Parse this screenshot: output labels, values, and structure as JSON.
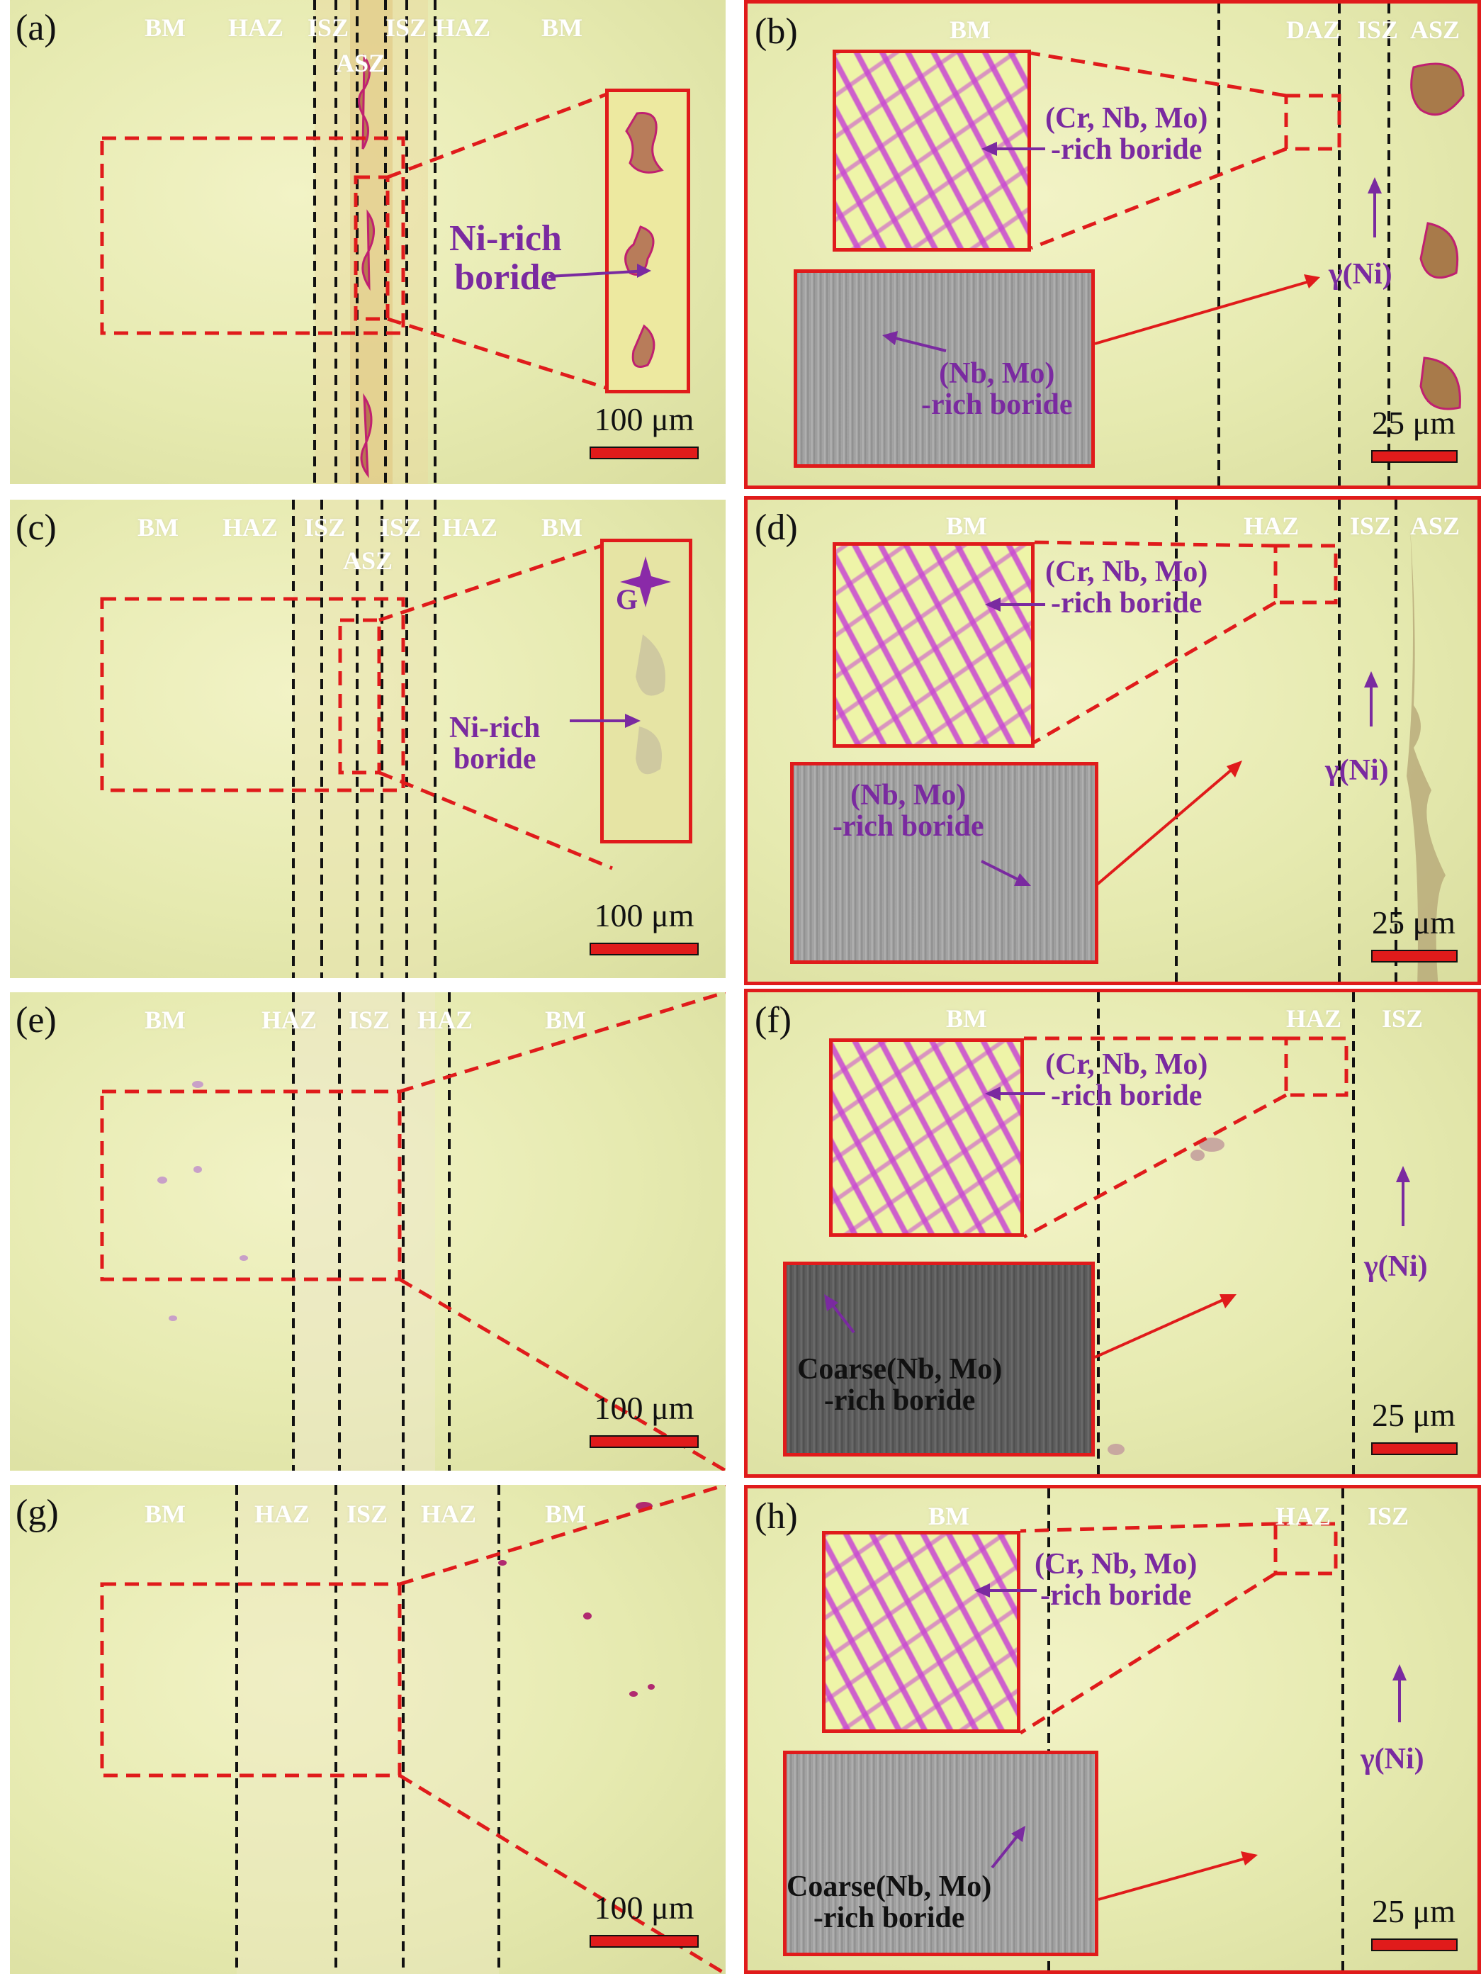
{
  "panels": {
    "a": {
      "label": "(a)",
      "zones": [
        "BM",
        "HAZ",
        "ISZ",
        "ISZ",
        "HAZ",
        "BM"
      ],
      "zone_mid": "ASZ",
      "annotation": "Ni-rich\nboride",
      "scale": "100 μm"
    },
    "b": {
      "label": "(b)",
      "zones": [
        "BM",
        "DAZ",
        "ISZ",
        "ASZ"
      ],
      "ann1": "(Cr, Nb, Mo)\n-rich boride",
      "ann2": "(Nb, Mo)\n-rich boride",
      "ann3": "γ(Ni)",
      "scale": "25 μm"
    },
    "c": {
      "label": "(c)",
      "zones": [
        "BM",
        "HAZ",
        "ISZ",
        "ISZ",
        "HAZ",
        "BM"
      ],
      "zone_mid": "ASZ",
      "annotation": "Ni-rich\nboride",
      "marker": "G",
      "scale": "100 μm"
    },
    "d": {
      "label": "(d)",
      "zones": [
        "BM",
        "HAZ",
        "ISZ",
        "ASZ"
      ],
      "ann1": "(Cr, Nb, Mo)\n-rich boride",
      "ann2": "(Nb, Mo)\n-rich boride",
      "ann3": "γ(Ni)",
      "scale": "25 μm"
    },
    "e": {
      "label": "(e)",
      "zones": [
        "BM",
        "HAZ",
        "ISZ",
        "HAZ",
        "BM"
      ],
      "scale": "100 μm"
    },
    "f": {
      "label": "(f)",
      "zones": [
        "BM",
        "HAZ",
        "ISZ"
      ],
      "ann1": "(Cr, Nb, Mo)\n-rich boride",
      "ann2": "Coarse(Nb, Mo)\n-rich boride",
      "ann3": "γ(Ni)",
      "scale": "25 μm"
    },
    "g": {
      "label": "(g)",
      "zones": [
        "BM",
        "HAZ",
        "ISZ",
        "HAZ",
        "BM"
      ],
      "scale": "100 μm"
    },
    "h": {
      "label": "(h)",
      "zones": [
        "BM",
        "HAZ",
        "ISZ"
      ],
      "ann1": "(Cr, Nb, Mo)\n-rich boride",
      "ann2": "Coarse(Nb, Mo)\n-rich boride",
      "ann3": "γ(Ni)",
      "scale": "25 μm"
    }
  },
  "colors": {
    "red": "#e01b1b",
    "purple": "#7a2aa0"
  }
}
